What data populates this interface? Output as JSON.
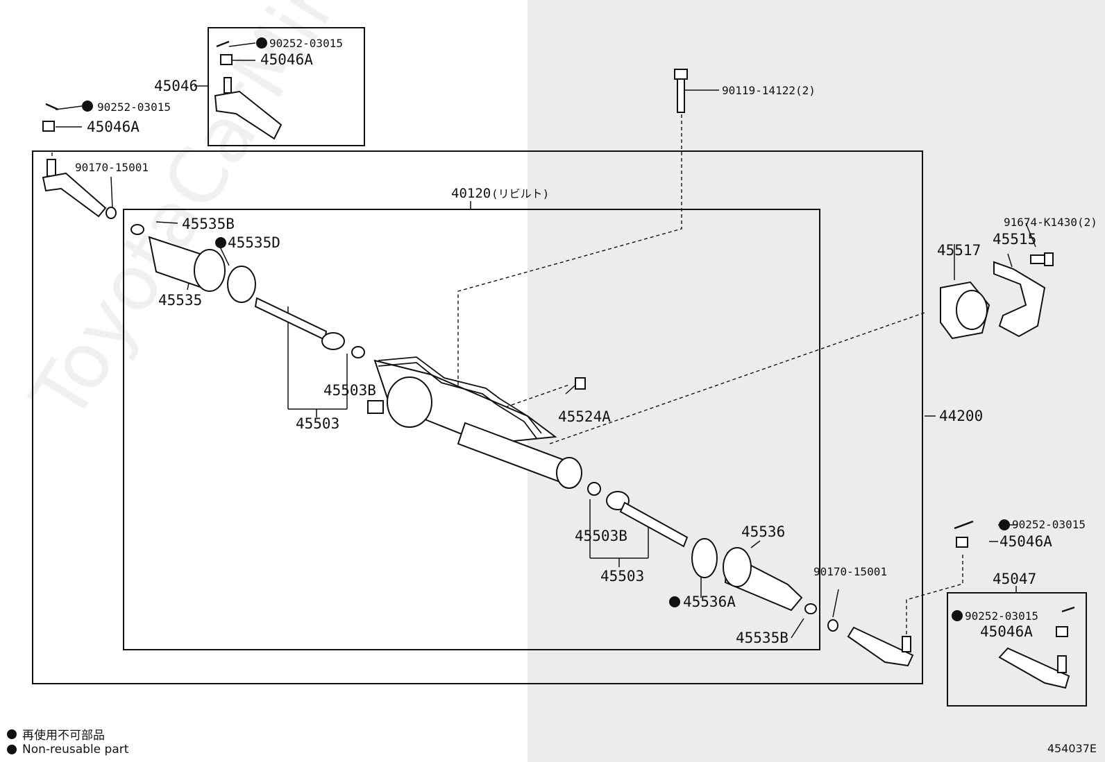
{
  "watermark": "ToyotaCarMine.ru",
  "legend": {
    "japanese": "再使用不可部品",
    "english": "Non-reusable part"
  },
  "diagram_code": "454037E",
  "parts": {
    "p_45046": "45046",
    "p_90252_a": "90252-03015",
    "p_45046A_a": "45046A",
    "p_90252_b": "90252-03015",
    "p_45046A_b": "45046A",
    "p_90170_left": "90170-15001",
    "p_90119": "90119-14122(2)",
    "p_40120": "40120",
    "p_40120_note": "(リビルト)",
    "p_45535B_top": "45535B",
    "p_45535D": "45535D",
    "p_45535": "45535",
    "p_45503B_left": "45503B",
    "p_45503_left": "45503",
    "p_45524A": "45524A",
    "p_45503B_right": "45503B",
    "p_45503_right": "45503",
    "p_45536": "45536",
    "p_45536A": "45536A",
    "p_45535B_bottom": "45535B",
    "p_90170_right": "90170-15001",
    "p_44200": "44200",
    "p_45517": "45517",
    "p_45515": "45515",
    "p_91674": "91674-K1430(2)",
    "p_90252_c": "90252-03015",
    "p_45046A_c": "45046A",
    "p_45047": "45047",
    "p_90252_d": "90252-03015",
    "p_45046A_d": "45046A"
  }
}
